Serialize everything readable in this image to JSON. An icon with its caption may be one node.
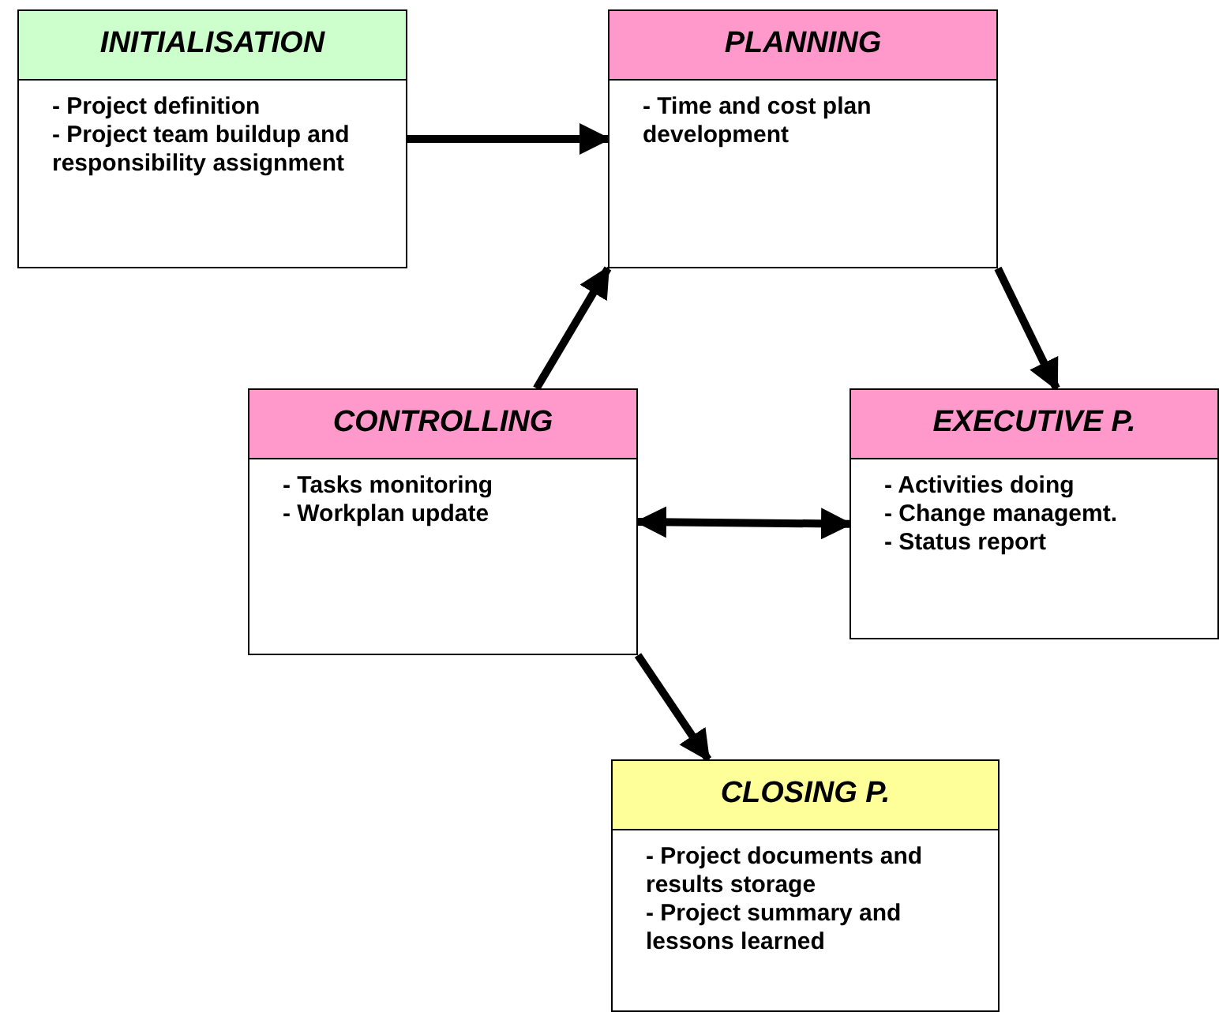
{
  "diagram": {
    "nodes": [
      {
        "text": [
          "INITIALISATION",
          "- Project definition",
          "- Project team buildup and responsibility assignment"
        ]
      },
      {
        "text": [
          "PLANNING",
          "- Time and cost plan development"
        ]
      },
      {
        "text": [
          "CONTROLLING",
          "- Tasks monitoring",
          "- Workplan update"
        ]
      },
      {
        "text": [
          "EXECUTIVE P.",
          "- Activities doing",
          "- Change managemt.",
          "- Status report"
        ]
      },
      {
        "text": [
          "CLOSING P.",
          "- Project documents and results storage",
          "- Project summary and lessons learned"
        ]
      }
    ],
    "edges": [
      {
        "from": 0,
        "to": 1,
        "arrow": "to"
      },
      {
        "from": 2,
        "to": 1,
        "arrow": "to"
      },
      {
        "from": 1,
        "to": 3,
        "arrow": "to"
      },
      {
        "from": 2,
        "to": 3,
        "arrow": "both"
      },
      {
        "from": 2,
        "to": 4,
        "arrow": "to"
      }
    ]
  }
}
